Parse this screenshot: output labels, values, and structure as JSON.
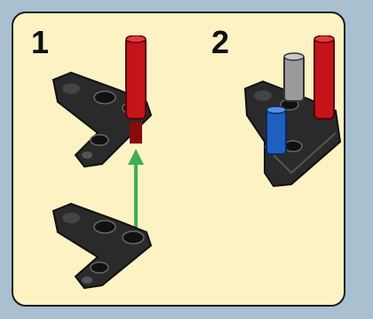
{
  "steps": [
    {
      "number": "1"
    },
    {
      "number": "2"
    }
  ],
  "colors": {
    "panel_background": "#fdf2c4",
    "page_background": "#a8c0cf",
    "beam": "#2a2a2a",
    "red_axle": "#c4141a",
    "blue_pin": "#1e5fc0",
    "grey_pin": "#9a9a9a",
    "arrow": "#3fae5a"
  },
  "icons": [
    "black-angled-beam",
    "red-axle",
    "blue-pin",
    "grey-pin",
    "green-up-arrow"
  ]
}
